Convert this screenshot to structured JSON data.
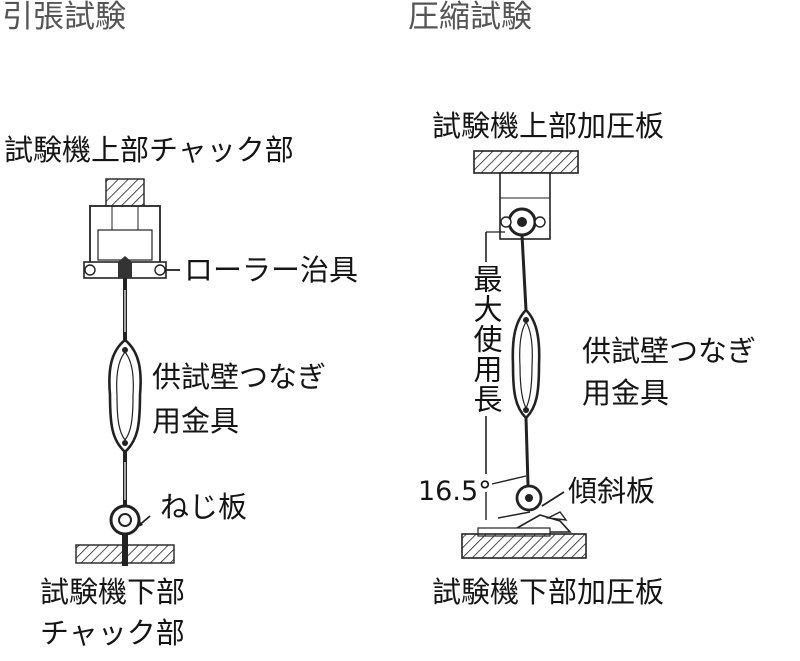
{
  "tension": {
    "title": "引張試験",
    "upper_chuck": "試験機上部チャック部",
    "roller_jig": "ローラー治具",
    "fitting_line1": "供試壁つなぎ",
    "fitting_line2": "用金具",
    "screw_plate": "ねじ板",
    "lower_chuck_line1": "試験機下部",
    "lower_chuck_line2": "チャック部"
  },
  "compression": {
    "title": "圧縮試験",
    "upper_plate": "試験機上部加圧板",
    "max_length": "最大使用長",
    "fitting_line1": "供試壁つなぎ",
    "fitting_line2": "用金具",
    "angle": "16.5°",
    "tilt_plate": "傾斜板",
    "lower_plate": "試験機下部加圧板"
  }
}
